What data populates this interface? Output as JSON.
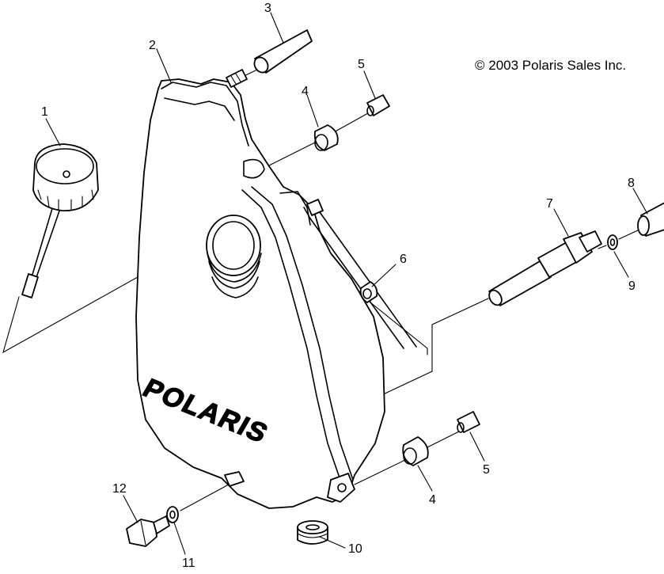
{
  "copyright": "© 2003 Polaris Sales Inc.",
  "brand_text": "POLARIS",
  "callouts": [
    {
      "id": "callout-1",
      "label": "1"
    },
    {
      "id": "callout-2",
      "label": "2"
    },
    {
      "id": "callout-3",
      "label": "3"
    },
    {
      "id": "callout-4-top",
      "label": "4"
    },
    {
      "id": "callout-5-top",
      "label": "5"
    },
    {
      "id": "callout-6",
      "label": "6"
    },
    {
      "id": "callout-7",
      "label": "7"
    },
    {
      "id": "callout-8",
      "label": "8"
    },
    {
      "id": "callout-9",
      "label": "9"
    },
    {
      "id": "callout-4-bottom",
      "label": "4"
    },
    {
      "id": "callout-5-bottom",
      "label": "5"
    },
    {
      "id": "callout-10",
      "label": "10"
    },
    {
      "id": "callout-11",
      "label": "11"
    },
    {
      "id": "callout-12",
      "label": "12"
    }
  ],
  "colors": {
    "ink": "#000000",
    "paper": "#ffffff"
  }
}
